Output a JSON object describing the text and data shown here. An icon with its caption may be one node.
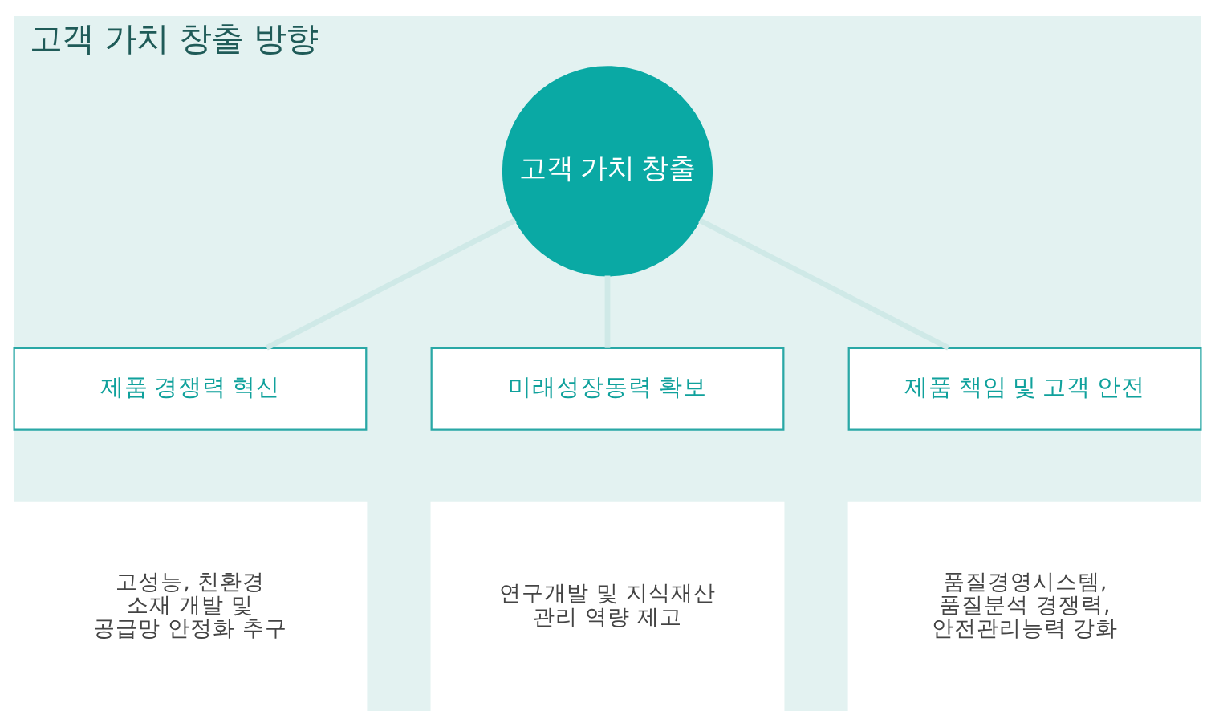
{
  "diagram": {
    "title": "고객 가치 창출 방향",
    "nodes": [
      {
        "text": [
          "고객 가치 창출"
        ]
      },
      {
        "text": [
          "제품 경쟁력 혁신"
        ]
      },
      {
        "text": [
          "고성능, 친환경 소재 개발 및 공급망 안정화 추구"
        ]
      },
      {
        "text": [
          "미래성장동력 확보"
        ]
      },
      {
        "text": [
          "연구개발 및 지식재산 관리 역량 제고"
        ]
      },
      {
        "text": [
          "제품 책임 및 고객 안전"
        ]
      },
      {
        "text": [
          "품질경영시스템, 품질분석 경쟁력, 안전관리능력 강화"
        ]
      }
    ],
    "edges": [
      {
        "from": 0,
        "to": 1,
        "arrow": "none"
      },
      {
        "from": 0,
        "to": 3,
        "arrow": "none"
      },
      {
        "from": 0,
        "to": 5,
        "arrow": "none"
      }
    ]
  }
}
